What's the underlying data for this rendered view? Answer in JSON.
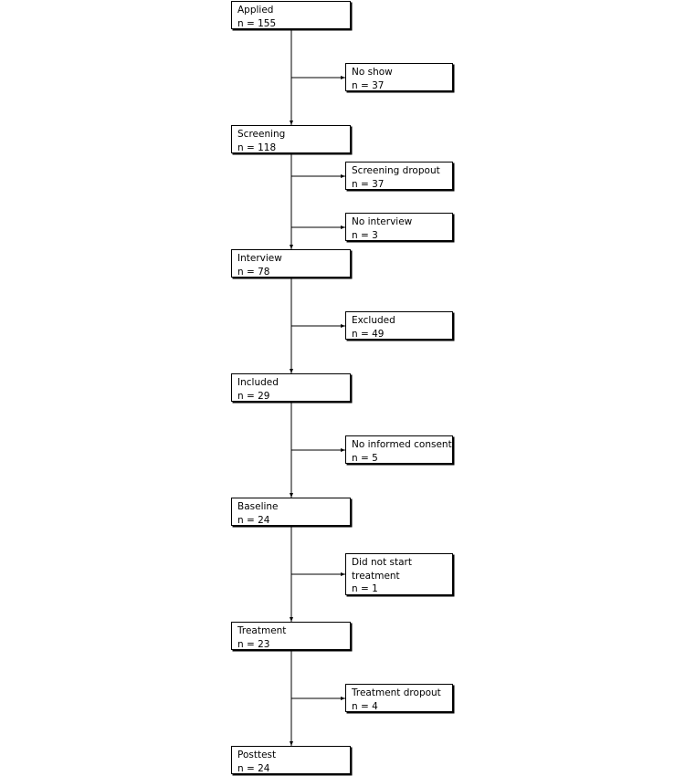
{
  "main_steps": [
    {
      "label": "Applied",
      "count": "n = 155"
    },
    {
      "label": "Screening",
      "count": "n = 118"
    },
    {
      "label": "Interview",
      "count": "n = 78"
    },
    {
      "label": "Included",
      "count": "n = 29"
    },
    {
      "label": "Baseline",
      "count": "n = 24"
    },
    {
      "label": "Treatment",
      "count": "n = 23"
    },
    {
      "label": "Posttest",
      "count": "n = 24"
    }
  ],
  "exclusions": [
    {
      "label": "No show",
      "count": "n = 37"
    },
    {
      "label": "Screening dropout",
      "count": "n = 37"
    },
    {
      "label": "No interview",
      "count": "n = 3"
    },
    {
      "label": "Excluded",
      "count": "n = 49"
    },
    {
      "label": "No informed consent",
      "count": "n = 5"
    },
    {
      "label": "Did not start treatment",
      "count": "n = 1"
    },
    {
      "label": "Treatment dropout",
      "count": "n = 4"
    }
  ]
}
